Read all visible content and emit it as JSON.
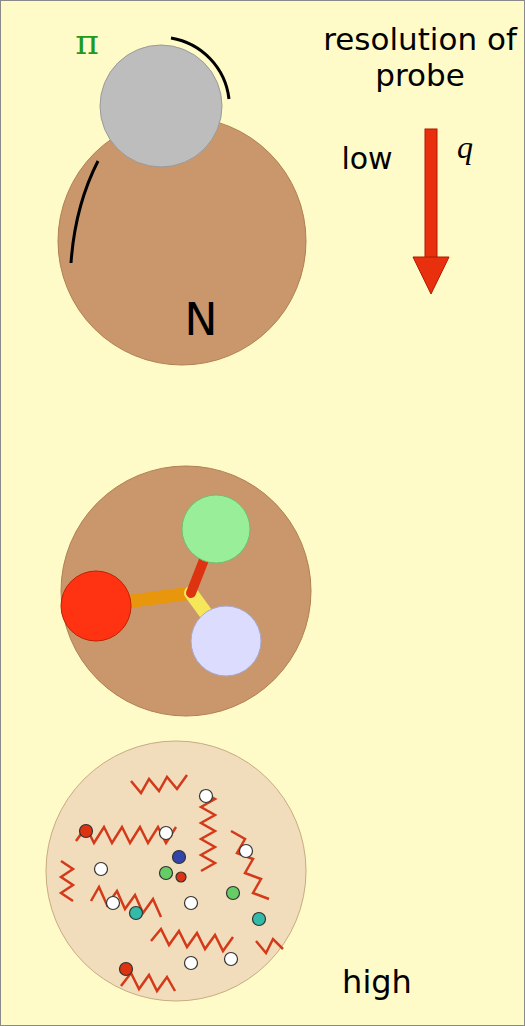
{
  "diagram": {
    "nodes": [
      {
        "text": [
          "π"
        ]
      },
      {
        "text": [
          "N"
        ]
      }
    ],
    "labels": [
      "resolution of probe",
      "low",
      "q",
      "high"
    ]
  }
}
